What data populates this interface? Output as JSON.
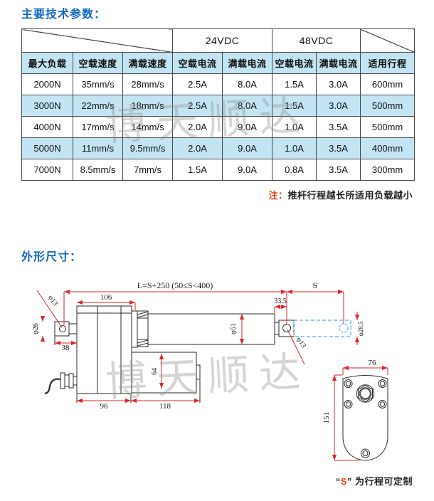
{
  "titles": {
    "params": "主要技术参数：",
    "dims": "外形尺寸："
  },
  "note": {
    "prefix": "注：",
    "text": "推杆行程越长所适用负载越小"
  },
  "stroke_note": {
    "open_quote": "“",
    "s": "S",
    "close_quote": "”",
    "text": " 为行程可定制"
  },
  "watermark": {
    "text": "博天顺达"
  },
  "table": {
    "voltage_headers": [
      "24VDC",
      "48VDC"
    ],
    "column_headers": [
      "最大负载",
      "空载速度",
      "满载速度",
      "空载电流",
      "满载电流",
      "空载电流",
      "满载电流",
      "适用行程"
    ],
    "rows": [
      [
        "2000N",
        "35mm/s",
        "28mm/s",
        "2.5A",
        "8.0A",
        "1.5A",
        "3.0A",
        "600mm"
      ],
      [
        "3000N",
        "22mm/s",
        "18mm/s",
        "2.5A",
        "8.0A",
        "1.5A",
        "3.0A",
        "500mm"
      ],
      [
        "4000N",
        "17mm/s",
        "14mm/s",
        "2.0A",
        "9.0A",
        "1.0A",
        "3.5A",
        "500mm"
      ],
      [
        "5000N",
        "11mm/s",
        "9.5mm/s",
        "2.0A",
        "9.0A",
        "1.0A",
        "3.5A",
        "400mm"
      ],
      [
        "7000N",
        "8.5mm/s",
        "7mm/s",
        "1.5A",
        "9.0A",
        "0.8A",
        "3.5A",
        "300mm"
      ]
    ]
  },
  "drawing": {
    "labels": {
      "overall_length": "L=S+250 (50≤S<400)",
      "stroke": "S",
      "body_width": "106",
      "front_offset": "33.5",
      "rear_pin_dia": "φ13",
      "front_pin_dia": "φ13",
      "rear_clevis_dia": "φ26",
      "rear_length": "38",
      "tube_dia": "φ51",
      "extended_dia": "φ28.5",
      "gear_width": "96",
      "motor_length": "118",
      "motor_dia": "64",
      "end_width": "76",
      "end_height": "151"
    }
  },
  "colors": {
    "title_blue": "#1069c2",
    "table_fill_blue": "#c2e4f3",
    "note_red": "#e8400a",
    "dimension_red": "#e02424",
    "phantom_blue": "#5aaede"
  }
}
